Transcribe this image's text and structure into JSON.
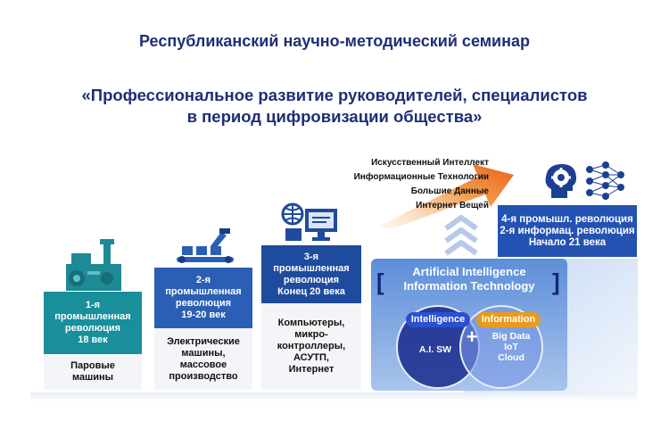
{
  "header": {
    "line1": "Республиканский научно-методический семинар",
    "line2": "«Профессиональное развитие руководителей, специалистов",
    "line3": "в период цифровизации общества»"
  },
  "stages": [
    {
      "label_lines": [
        "1-я",
        "промышленная",
        "революция",
        "18 век"
      ],
      "caption_lines": [
        "Паровые",
        "машины"
      ],
      "color": "#1a8f9c",
      "icon": "steam-engine-icon"
    },
    {
      "label_lines": [
        "2-я",
        "промышленная",
        "революция",
        "19-20 век"
      ],
      "caption_lines": [
        "Электрические",
        "машины,",
        "массовое",
        "производство"
      ],
      "color": "#2a5fb5",
      "icon": "conveyor-belt-icon"
    },
    {
      "label_lines": [
        "3-я",
        "промышленная",
        "революция",
        "Конец 20 века"
      ],
      "caption_lines": [
        "Компьютеры,",
        "микро-",
        "контроллеры,",
        "АСУТП,",
        "Интернет"
      ],
      "color": "#1f4b9e",
      "icon": "computer-icon"
    },
    {
      "label_lines": [
        "4-я промышл. революция",
        "2-я информац. революция",
        "Начало 21 века"
      ],
      "color": "#2452b3",
      "icon": "ai-head-icon"
    }
  ],
  "technologies": [
    "Искусственный Интеллект",
    "Информационные Технологии",
    "Большие Данные",
    "Интернет Вещей"
  ],
  "ai_panel": {
    "title_line1": "Artificial Intelligence",
    "title_line2": "Information Technology",
    "intelligence_label": "Intelligence",
    "intelligence_item": "A.I. SW",
    "information_label": "Information",
    "information_items": [
      "Big Data",
      "IoT",
      "Cloud"
    ],
    "plus": "+"
  },
  "colors": {
    "title": "#1f2e78",
    "arrow": "#f07a1a",
    "intelligence": "#2b4fd0",
    "information": "#e99a1b"
  }
}
